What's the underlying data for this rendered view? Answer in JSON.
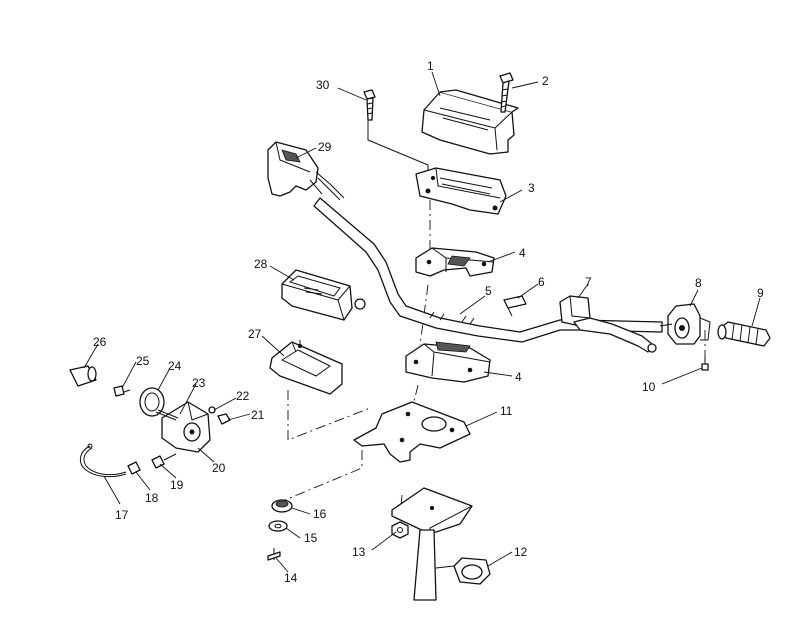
{
  "callouts": [
    {
      "id": "c1",
      "label": "1"
    },
    {
      "id": "c2",
      "label": "2"
    },
    {
      "id": "c3",
      "label": "3"
    },
    {
      "id": "c4a",
      "label": "4"
    },
    {
      "id": "c4b",
      "label": "4"
    },
    {
      "id": "c5",
      "label": "5"
    },
    {
      "id": "c6",
      "label": "6"
    },
    {
      "id": "c7",
      "label": "7"
    },
    {
      "id": "c8",
      "label": "8"
    },
    {
      "id": "c9",
      "label": "9"
    },
    {
      "id": "c10",
      "label": "10"
    },
    {
      "id": "c11",
      "label": "11"
    },
    {
      "id": "c12",
      "label": "12"
    },
    {
      "id": "c13",
      "label": "13"
    },
    {
      "id": "c14",
      "label": "14"
    },
    {
      "id": "c15",
      "label": "15"
    },
    {
      "id": "c16",
      "label": "16"
    },
    {
      "id": "c17",
      "label": "17"
    },
    {
      "id": "c18",
      "label": "18"
    },
    {
      "id": "c19",
      "label": "19"
    },
    {
      "id": "c20",
      "label": "20"
    },
    {
      "id": "c21",
      "label": "21"
    },
    {
      "id": "c22",
      "label": "22"
    },
    {
      "id": "c23",
      "label": "23"
    },
    {
      "id": "c24",
      "label": "24"
    },
    {
      "id": "c25",
      "label": "25"
    },
    {
      "id": "c26",
      "label": "26"
    },
    {
      "id": "c27",
      "label": "27"
    },
    {
      "id": "c28",
      "label": "28"
    },
    {
      "id": "c29",
      "label": "29"
    },
    {
      "id": "c30",
      "label": "30"
    }
  ]
}
